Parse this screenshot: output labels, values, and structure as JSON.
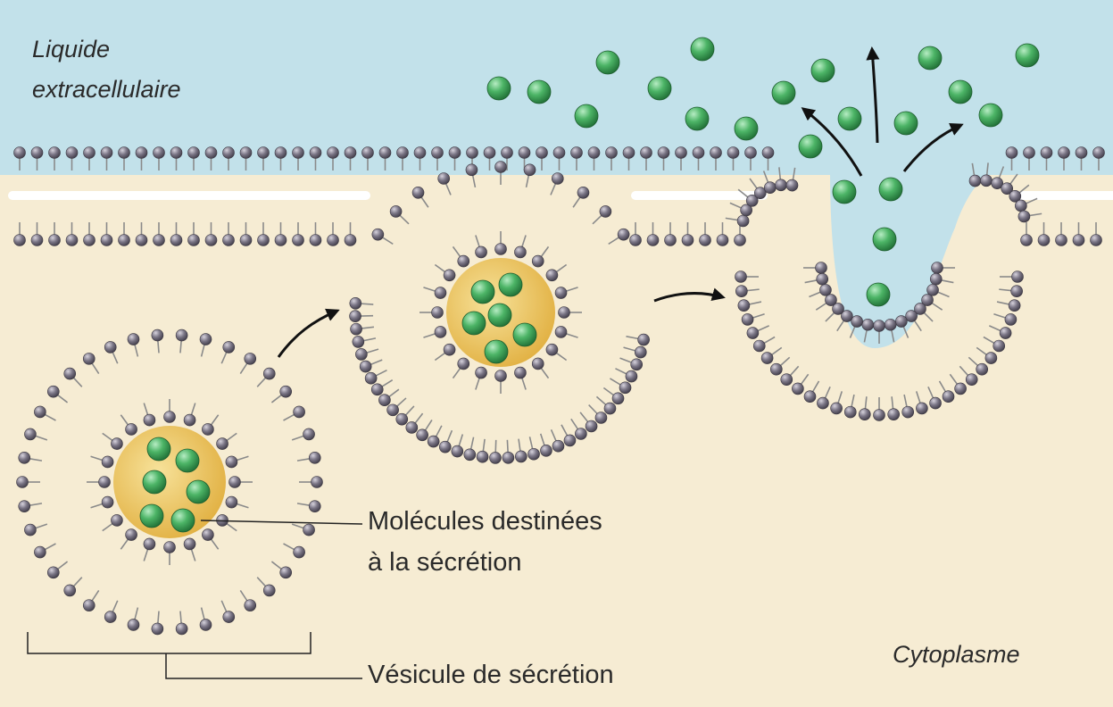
{
  "labels": {
    "extracellular_line1": "Liquide",
    "extracellular_line2": "extracellulaire",
    "molecules_line1": "Molécules destinées",
    "molecules_line2": "à la sécrétion",
    "vesicle": "Vésicule de sécrétion",
    "cytoplasm": "Cytoplasme"
  },
  "colors": {
    "extracellular": "#c2e1ea",
    "cytoplasm": "#f6ecd3",
    "lipid_head": "#6c6775",
    "lipid_tail": "#8a8a8a",
    "membrane_core": "#ffffff",
    "vesicle_lumen": "#e0ad3c",
    "molecule": "#3fa35a",
    "arrow": "#111111",
    "label_text": "#2a2a2a"
  }
}
